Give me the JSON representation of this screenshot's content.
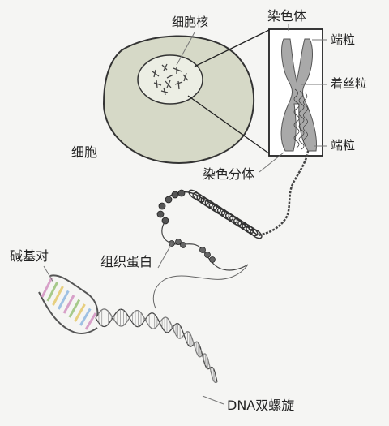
{
  "labels": {
    "nucleus": "细胞核",
    "chromosome": "染色体",
    "telomere_top": "端粒",
    "centromere": "着丝粒",
    "telomere_bottom": "端粒",
    "cell": "细胞",
    "chromatid": "染色分体",
    "base_pair": "碱基对",
    "histone": "组织蛋白",
    "dna": "DNA双螺旋"
  },
  "colors": {
    "cell_fill": "#d6d9c7",
    "nucleus_fill": "#eceee4",
    "chromosome_fill": "#a9a9a9",
    "line": "#333333",
    "base_colors": [
      "#d7a0c8",
      "#a6c98a",
      "#e7cf7f",
      "#9fc1e3"
    ]
  }
}
